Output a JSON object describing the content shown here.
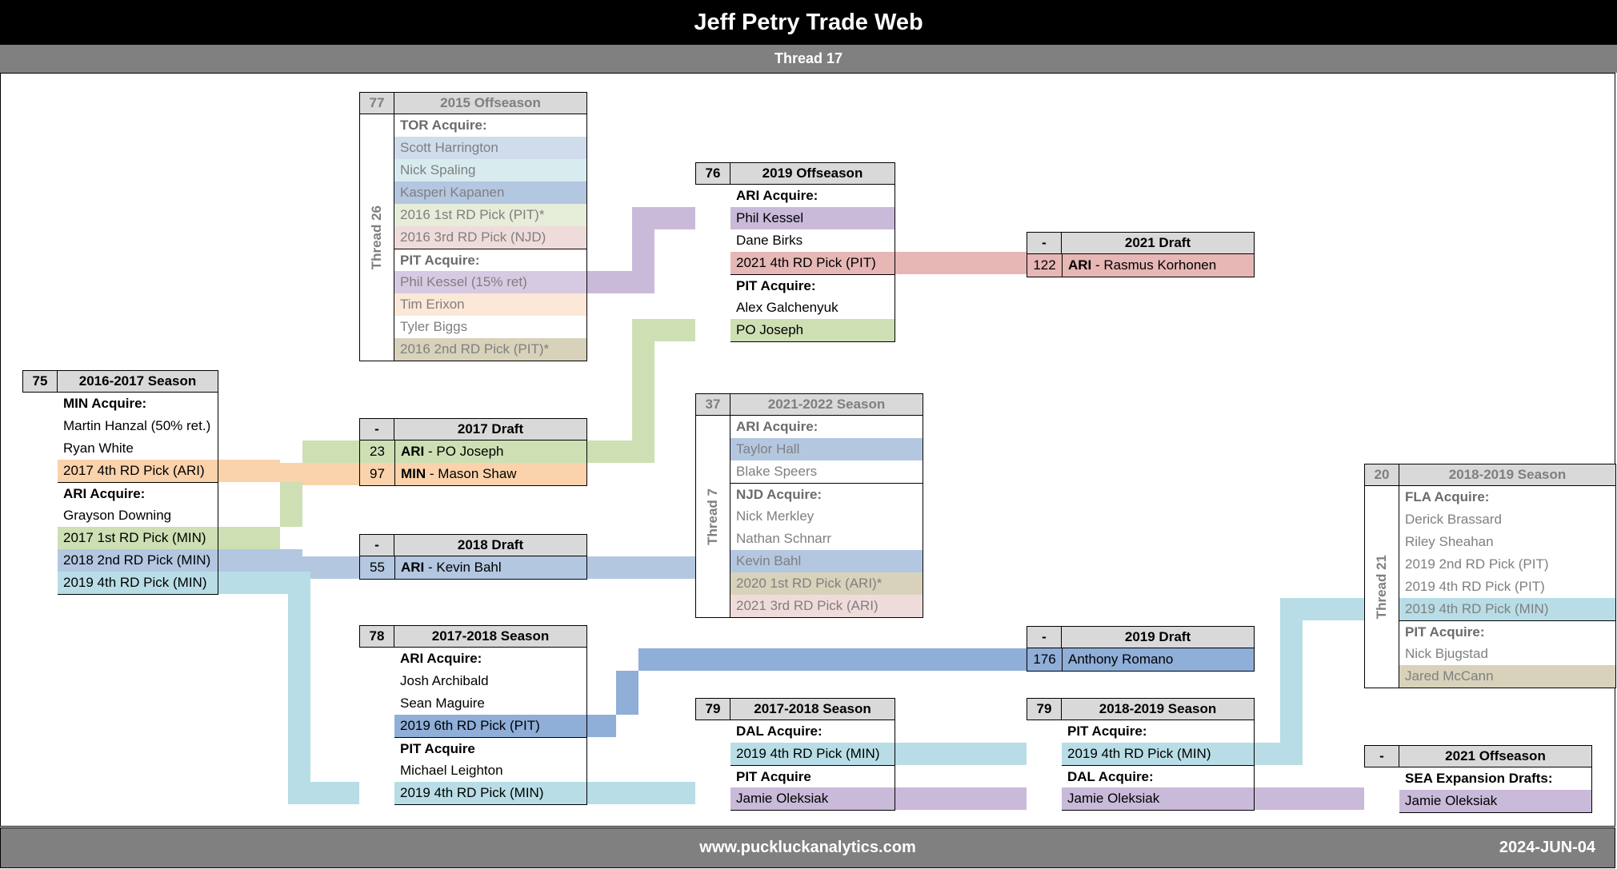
{
  "header": {
    "title": "Jeff Petry Trade Web",
    "subtitle": "Thread 17"
  },
  "footer": {
    "site": "www.puckluckanalytics.com",
    "date": "2024-JUN-04"
  },
  "colors": {
    "purple": "#c9bad9",
    "red": "#e6b7b4",
    "green": "#cedfb4",
    "orange": "#fad2ab",
    "blue_mid": "#8faed8",
    "blue_light": "#b4c7e1",
    "cyan": "#b8dde6",
    "tan": "#d8d2bb",
    "pale_blue": "#cfdcec",
    "pale_cyan": "#d8ecef",
    "pale_green": "#e6edd8",
    "pale_red": "#efdcda",
    "pale_orange": "#fbe8d7",
    "pale_purple": "#d6cae2",
    "header_grey": "#d9d9d9",
    "bar_grey": "#808080",
    "black": "#000000"
  },
  "boxes": [
    {
      "key": "b2015",
      "id": "77",
      "title": "2015 Offseason",
      "thread": "Thread 26",
      "faded": true,
      "rows": [
        {
          "text": "TOR Acquire:",
          "bold": true,
          "fill": "none"
        },
        {
          "text": "Scott Harrington",
          "bold": false,
          "fill": "pale_blue"
        },
        {
          "text": "Nick Spaling",
          "bold": false,
          "fill": "pale_cyan"
        },
        {
          "text": "Kasperi Kapanen",
          "bold": false,
          "fill": "blue_light"
        },
        {
          "text": "2016 1st RD Pick (PIT)*",
          "bold": false,
          "fill": "pale_green"
        },
        {
          "text": "2016 3rd RD Pick (NJD)",
          "bold": false,
          "fill": "pale_red"
        },
        {
          "text": "PIT Acquire:",
          "bold": true,
          "fill": "none",
          "sep": true
        },
        {
          "text": "Phil Kessel (15% ret)",
          "bold": false,
          "fill": "pale_purple"
        },
        {
          "text": "Tim Erixon",
          "bold": false,
          "fill": "pale_orange"
        },
        {
          "text": "Tyler Biggs",
          "bold": false,
          "fill": "none"
        },
        {
          "text": "2016 2nd RD Pick (PIT)*",
          "bold": false,
          "fill": "tan"
        }
      ]
    },
    {
      "key": "b2019off",
      "id": "76",
      "title": "2019 Offseason",
      "thread": "",
      "faded": false,
      "rows": [
        {
          "text": "ARI Acquire:",
          "bold": true,
          "fill": "none"
        },
        {
          "text": "Phil Kessel",
          "bold": false,
          "fill": "purple"
        },
        {
          "text": "Dane Birks",
          "bold": false,
          "fill": "none"
        },
        {
          "text": "2021 4th RD Pick (PIT)",
          "bold": false,
          "fill": "red"
        },
        {
          "text": "PIT Acquire:",
          "bold": true,
          "fill": "none",
          "sep": true
        },
        {
          "text": "Alex Galchenyuk",
          "bold": false,
          "fill": "none"
        },
        {
          "text": "PO Joseph",
          "bold": false,
          "fill": "green"
        }
      ]
    },
    {
      "key": "b2016s",
      "id": "75",
      "title": "2016-2017 Season",
      "thread": "",
      "faded": false,
      "rows": [
        {
          "text": "MIN Acquire:",
          "bold": true,
          "fill": "none"
        },
        {
          "text": "Martin Hanzal (50% ret.)",
          "bold": false,
          "fill": "none"
        },
        {
          "text": "Ryan White",
          "bold": false,
          "fill": "none"
        },
        {
          "text": "2017 4th RD Pick (ARI)",
          "bold": false,
          "fill": "orange"
        },
        {
          "text": "ARI Acquire:",
          "bold": true,
          "fill": "none",
          "sep": true
        },
        {
          "text": "Grayson Downing",
          "bold": false,
          "fill": "none"
        },
        {
          "text": "2017 1st RD Pick (MIN)",
          "bold": false,
          "fill": "green"
        },
        {
          "text": "2018 2nd RD Pick (MIN)",
          "bold": false,
          "fill": "blue_light"
        },
        {
          "text": "2019 4th RD Pick (MIN)",
          "bold": false,
          "fill": "cyan"
        }
      ]
    },
    {
      "key": "b2021s",
      "id": "37",
      "title": "2021-2022 Season",
      "thread": "Thread 7",
      "faded": true,
      "rows": [
        {
          "text": "ARI Acquire:",
          "bold": true,
          "fill": "none"
        },
        {
          "text": "Taylor Hall",
          "bold": false,
          "fill": "blue_light"
        },
        {
          "text": "Blake Speers",
          "bold": false,
          "fill": "none"
        },
        {
          "text": "NJD Acquire:",
          "bold": true,
          "fill": "none",
          "sep": true
        },
        {
          "text": "Nick Merkley",
          "bold": false,
          "fill": "none"
        },
        {
          "text": "Nathan Schnarr",
          "bold": false,
          "fill": "none"
        },
        {
          "text": "Kevin Bahl",
          "bold": false,
          "fill": "blue_light"
        },
        {
          "text": "2020 1st RD Pick (ARI)*",
          "bold": false,
          "fill": "tan"
        },
        {
          "text": "2021 3rd RD Pick (ARI)",
          "bold": false,
          "fill": "pale_red"
        }
      ]
    },
    {
      "key": "b2018s",
      "id": "20",
      "title": "2018-2019 Season",
      "thread": "Thread 21",
      "faded": true,
      "rows": [
        {
          "text": "FLA Acquire:",
          "bold": true,
          "fill": "none"
        },
        {
          "text": "Derick Brassard",
          "bold": false,
          "fill": "none"
        },
        {
          "text": "Riley Sheahan",
          "bold": false,
          "fill": "none"
        },
        {
          "text": "2019 2nd RD Pick (PIT)",
          "bold": false,
          "fill": "none"
        },
        {
          "text": "2019 4th RD Pick (PIT)",
          "bold": false,
          "fill": "none"
        },
        {
          "text": "2019 4th RD Pick (MIN)",
          "bold": false,
          "fill": "cyan"
        },
        {
          "text": "PIT Acquire:",
          "bold": true,
          "fill": "none",
          "sep": true
        },
        {
          "text": "Nick Bjugstad",
          "bold": false,
          "fill": "none"
        },
        {
          "text": "Jared McCann",
          "bold": false,
          "fill": "tan"
        }
      ]
    },
    {
      "key": "b2017s",
      "id": "78",
      "title": "2017-2018 Season",
      "thread": "",
      "faded": false,
      "rows": [
        {
          "text": "ARI Acquire:",
          "bold": true,
          "fill": "none"
        },
        {
          "text": "Josh Archibald",
          "bold": false,
          "fill": "none"
        },
        {
          "text": "Sean Maguire",
          "bold": false,
          "fill": "none"
        },
        {
          "text": "2019 6th RD Pick (PIT)",
          "bold": false,
          "fill": "blue_mid"
        },
        {
          "text": "PIT Acquire",
          "bold": true,
          "fill": "none",
          "sep": true
        },
        {
          "text": "Michael Leighton",
          "bold": false,
          "fill": "none"
        },
        {
          "text": "2019 4th RD Pick (MIN)",
          "bold": false,
          "fill": "cyan"
        }
      ]
    },
    {
      "key": "b79a",
      "id": "79",
      "title": "2017-2018 Season",
      "thread": "",
      "faded": false,
      "rows": [
        {
          "text": "DAL Acquire:",
          "bold": true,
          "fill": "none"
        },
        {
          "text": "2019 4th RD Pick (MIN)",
          "bold": false,
          "fill": "cyan"
        },
        {
          "text": "PIT Acquire",
          "bold": true,
          "fill": "none",
          "sep": true
        },
        {
          "text": "Jamie Oleksiak",
          "bold": false,
          "fill": "purple"
        }
      ]
    },
    {
      "key": "b79b",
      "id": "79",
      "title": "2018-2019 Season",
      "thread": "",
      "faded": false,
      "rows": [
        {
          "text": "PIT Acquire:",
          "bold": true,
          "fill": "none"
        },
        {
          "text": "2019 4th RD Pick (MIN)",
          "bold": false,
          "fill": "cyan"
        },
        {
          "text": "DAL Acquire:",
          "bold": true,
          "fill": "none",
          "sep": true
        },
        {
          "text": "Jamie Oleksiak",
          "bold": false,
          "fill": "purple"
        }
      ]
    },
    {
      "key": "b2021off",
      "id": "-",
      "title": "2021 Offseason",
      "thread": "",
      "faded": false,
      "rows": [
        {
          "text": "SEA Expansion Drafts:",
          "bold": true,
          "fill": "none"
        },
        {
          "text": "Jamie Oleksiak",
          "bold": false,
          "fill": "purple"
        }
      ]
    }
  ],
  "drafts": [
    {
      "key": "d2021",
      "id": "-",
      "title": "2021 Draft",
      "picks": [
        {
          "no": "122",
          "team": "ARI",
          "sep": " - ",
          "player": "Rasmus Korhonen",
          "fill": "red"
        }
      ]
    },
    {
      "key": "d2017",
      "id": "-",
      "title": "2017 Draft",
      "picks": [
        {
          "no": "23",
          "team": "ARI",
          "sep": " - ",
          "player": "PO Joseph",
          "fill": "green"
        },
        {
          "no": "97",
          "team": "MIN",
          "sep": " - ",
          "player": "Mason Shaw",
          "fill": "orange"
        }
      ]
    },
    {
      "key": "d2018",
      "id": "-",
      "title": "2018 Draft",
      "picks": [
        {
          "no": "55",
          "team": "ARI",
          "sep": " - ",
          "player": "Kevin Bahl",
          "fill": "blue_light"
        }
      ]
    },
    {
      "key": "d2019",
      "id": "-",
      "title": "2019 Draft",
      "picks": [
        {
          "no": "176",
          "team": "",
          "sep": "",
          "player": "Anthony Romano",
          "fill": "blue_mid"
        }
      ]
    }
  ],
  "ribbons": [
    {
      "name": "kessel-purple",
      "color": "purple"
    },
    {
      "name": "korhonen-red",
      "color": "red"
    },
    {
      "name": "pojoseph-green",
      "color": "green"
    },
    {
      "name": "masonshaw-orange",
      "color": "orange"
    },
    {
      "name": "kevinbahl-blue",
      "color": "blue_light"
    },
    {
      "name": "romano-blue",
      "color": "blue_mid"
    },
    {
      "name": "minpick-cyan",
      "color": "cyan"
    },
    {
      "name": "oleksiak-purple",
      "color": "purple"
    }
  ]
}
